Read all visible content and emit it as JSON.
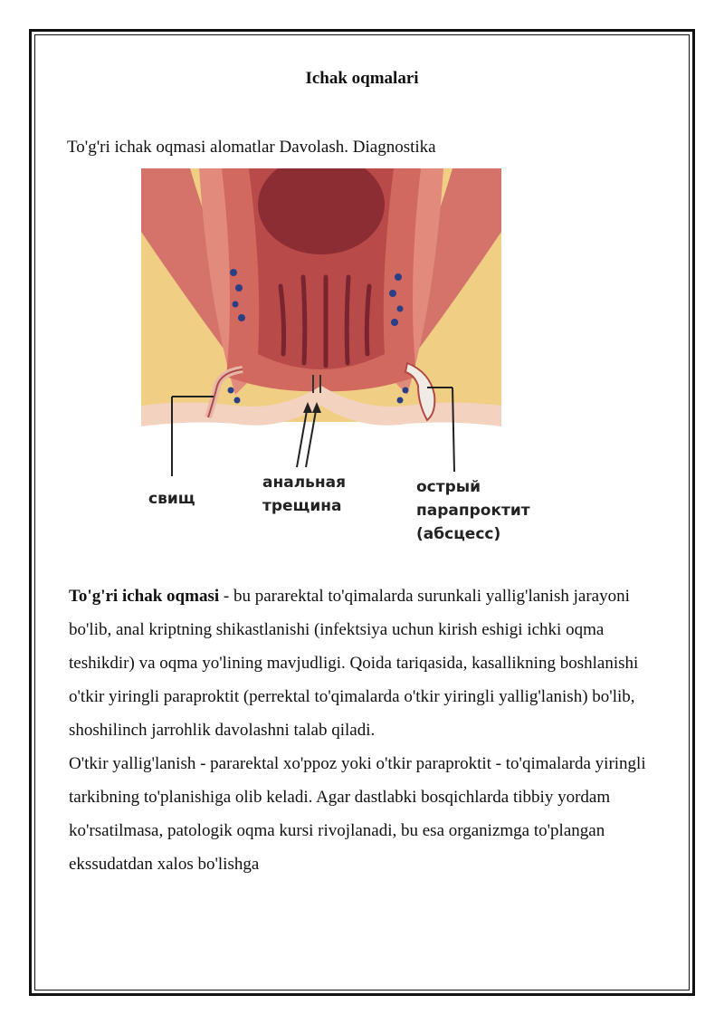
{
  "document": {
    "title": "Ichak oqmalari",
    "subtitle": "To'g'ri ichak oqmasi alomatlar Davolash. Diagnostika"
  },
  "figure": {
    "labels": {
      "fistula": "свищ",
      "anal_fissure_line1": "анальная",
      "anal_fissure_line2": "трещина",
      "abscess_line1": "острый",
      "abscess_line2": "парапроктит",
      "abscess_line3": "(абсцесс)"
    },
    "colors": {
      "fat": "#f0cf85",
      "muscle": "#d4736a",
      "mucosa": "#c95a57",
      "lumen": "#8c2c33",
      "gland_dots": "#2a3f86"
    }
  },
  "content": {
    "para1_term": "To'g'ri ichak oqmasi",
    "para1_rest": " - bu pararektal to'qimalarda surunkali yallig'lanish jarayoni bo'lib, anal kriptning shikastlanishi (infektsiya uchun kirish eshigi ichki oqma teshikdir) va oqma yo'lining mavjudligi. Qoida tariqasida, kasallikning boshlanishi o'tkir yiringli paraproktit (perrektal to'qimalarda o'tkir yiringli yallig'lanish) bo'lib, shoshilinch jarrohlik davolashni talab qiladi.",
    "para2": "O'tkir yallig'lanish - pararektal xo'ppoz yoki o'tkir paraproktit - to'qimalarda yiringli tarkibning to'planishiga olib keladi. Agar dastlabki bosqichlarda tibbiy yordam ko'rsatilmasa, patologik oqma kursi rivojlanadi, bu esa organizmga to'plangan ekssudatdan xalos bo'lishga"
  }
}
